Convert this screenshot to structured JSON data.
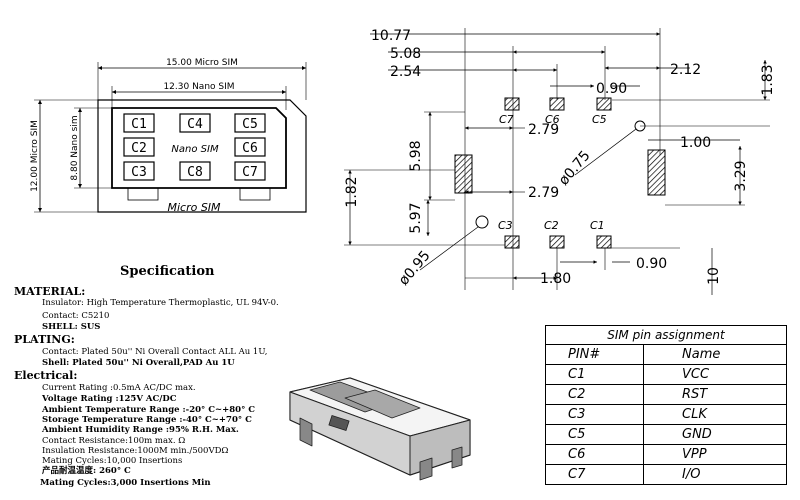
{
  "card": {
    "micro_width_label": "15.00 Micro SIM",
    "nano_width_label": "12.30 Nano SIM",
    "micro_height_label": "12.00 Micro SIM",
    "nano_height_label": "8.80 Nano sim",
    "center_label": "Nano SIM",
    "bottom_label": "Micro SIM",
    "pads": [
      "C1",
      "C4",
      "C5",
      "C2",
      "C6",
      "C3",
      "C8",
      "C7"
    ]
  },
  "footprint": {
    "dims": {
      "d1077": "10.77",
      "d508": "5.08",
      "d254": "2.54",
      "d212": "2.12",
      "d090a": "0.90",
      "d183": "1.83",
      "d279a": "2.79",
      "d075": "ø0.75",
      "d100": "1.00",
      "d598": "5.98",
      "d329": "3.29",
      "d182": "1.82",
      "d597": "5.97",
      "d279b": "2.79",
      "d095": "ø0.95",
      "d180": "1.80",
      "d090b": "0.90",
      "d10": "10"
    },
    "pad_labels": [
      "C7",
      "C6",
      "C5",
      "C3",
      "C2",
      "C1"
    ]
  },
  "spec": {
    "title": "Specification",
    "material_h": "MATERIAL:",
    "insulator": "Insulator: High Temperature Thermoplastic, UL 94V-0.",
    "contact": "Contact: C5210",
    "shell": "SHELL: SUS",
    "plating_h": "PLATING:",
    "plating1": "Contact: Plated 50u'' Ni Overall Contact ALL Au 1U,",
    "plating2": "Shell: Plated 50u'' Ni Overall,PAD Au 1U",
    "electrical_h": "Electrical:",
    "e1": "Current Rating :0.5mA AC/DC max.",
    "e2": "Voltage Rating :125V AC/DC",
    "e3": "Ambient Temperature Range :-20° C~+80° C",
    "e4": "Storage Temperature Range :-40° C~+70° C",
    "e5": "Ambient Humidity Range :95% R.H. Max.",
    "e6": "Contact Resistance:100m max. Ω",
    "e7": "Insulation Resistance:1000M min./500VDΩ",
    "e8": "Mating Cycles:10,000 Insertions",
    "e9": "产品耐温温度: 260° C",
    "e10": "Mating Cycles:3,000 Insertions Min"
  },
  "pin_table": {
    "caption": "SIM pin assignment",
    "headers": [
      "PIN#",
      "Name"
    ],
    "rows": [
      [
        "C1",
        "VCC"
      ],
      [
        "C2",
        "RST"
      ],
      [
        "C3",
        "CLK"
      ],
      [
        "C5",
        "GND"
      ],
      [
        "C6",
        "VPP"
      ],
      [
        "C7",
        "I/O"
      ]
    ]
  }
}
